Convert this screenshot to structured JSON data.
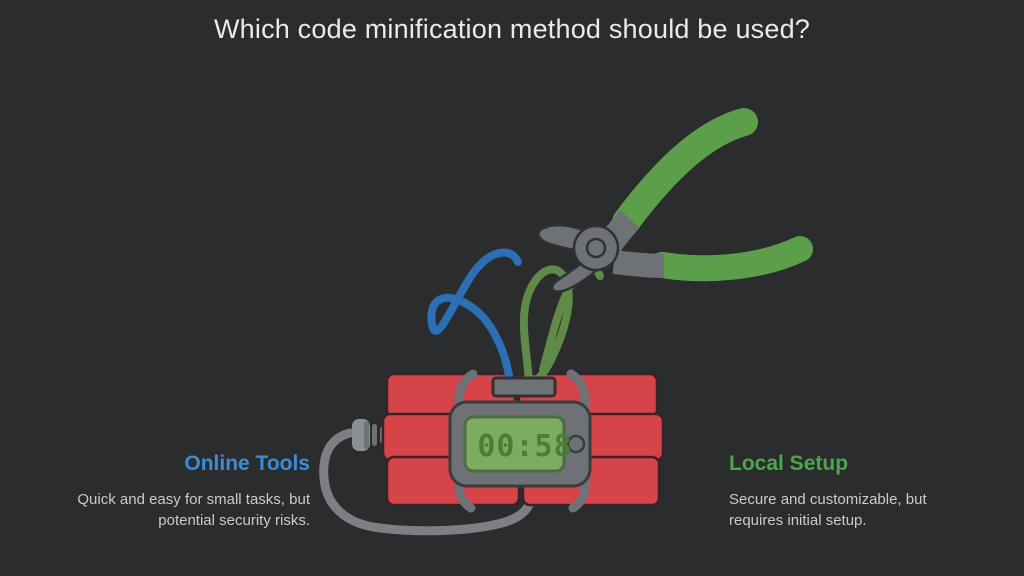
{
  "slide": {
    "title": "Which code minification method should be used?",
    "background_color": "#2a2c2e",
    "title_color": "#e8eaeb"
  },
  "options": {
    "left": {
      "heading": "Online Tools",
      "heading_color": "#3d8bd6",
      "body": "Quick and easy for small tasks, but potential security risks.",
      "wire_color": "#2d6fb5",
      "wire_name": "blue-wire"
    },
    "right": {
      "heading": "Local Setup",
      "heading_color": "#4aa84a",
      "body": "Secure and customizable, but requires initial setup.",
      "wire_color": "#5f8a48",
      "wire_name": "green-wire"
    }
  },
  "illustration": {
    "name": "bomb-with-wire-cutters",
    "bomb": {
      "dynamite_color": "#d44449",
      "dynamite_outline": "#3a2326",
      "metal_color": "#6e7276",
      "metal_outline": "#3a3c3e",
      "strap_color": "#6e7276",
      "fuse_cord_color": "#7c8084"
    },
    "timer": {
      "display_value": "00:58",
      "screen_color": "#7aad5e",
      "screen_border": "#4f6b3f",
      "digit_color": "#4b7c3a",
      "case_color": "#6e7276"
    },
    "pliers": {
      "name": "wire-cutter-pliers",
      "handle_color": "#5d9e4a",
      "jaw_color": "#6e7276",
      "jaw_outline": "#2f3133",
      "cutting_target": "green-wire"
    }
  }
}
